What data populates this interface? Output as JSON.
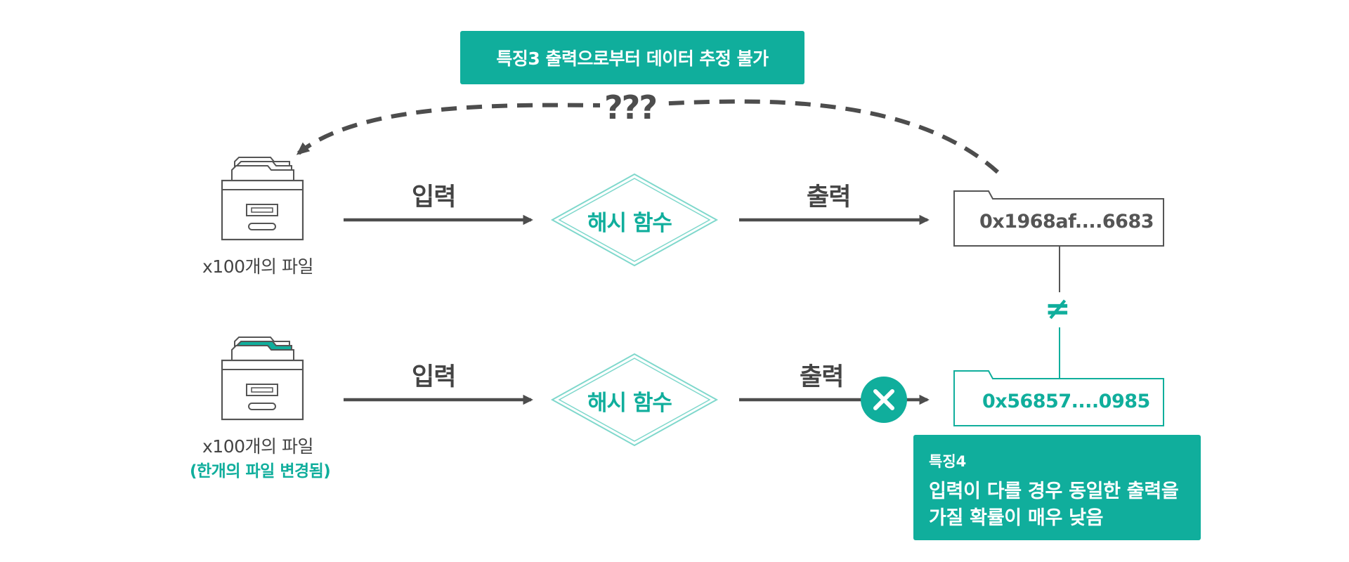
{
  "feature3": {
    "label": "특징3 출력으로부터 데이터 추정 불가"
  },
  "unknown_mark": "???",
  "rows": [
    {
      "file_label": "x100개의 파일",
      "file_sub": "",
      "input_label": "입력",
      "hash_label": "해시 함수",
      "output_label": "출력",
      "output_value": "0x1968af....6683",
      "folder_changed": false
    },
    {
      "file_label": "x100개의 파일",
      "file_sub": "(한개의 파일 변경됨)",
      "input_label": "입력",
      "hash_label": "해시 함수",
      "output_label": "출력",
      "output_value": "0x56857....0985",
      "folder_changed": true
    }
  ],
  "not_equal_symbol": "≠",
  "feature4": {
    "title": "특징4",
    "line1": "입력이 다를 경우 동일한 출력을",
    "line2": "가질 확률이 매우 낮음"
  },
  "colors": {
    "accent": "#10ae9c",
    "dark": "#4d4d4d",
    "line": "#555555"
  }
}
